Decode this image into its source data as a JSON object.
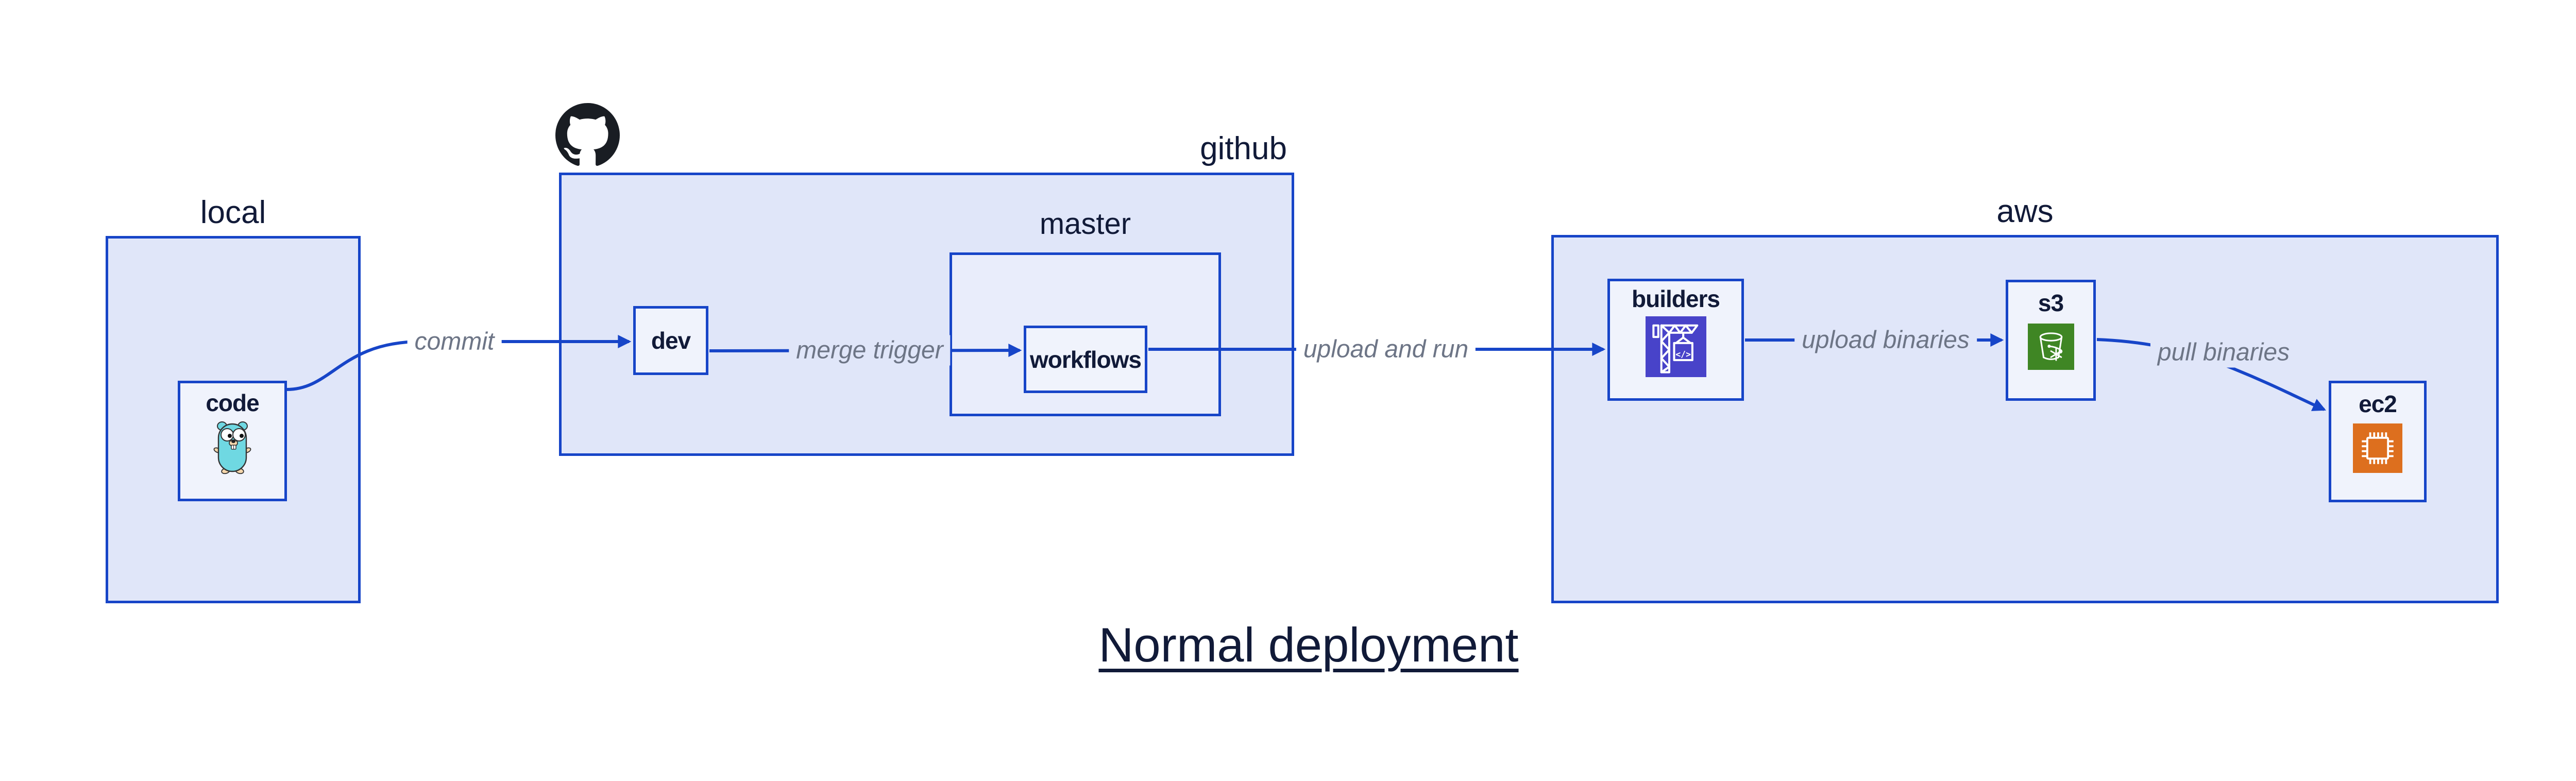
{
  "diagram": {
    "title": "Normal deployment"
  },
  "groups": {
    "local": {
      "label": "local"
    },
    "github": {
      "label": "github",
      "logo_icon": "github-octocat-icon"
    },
    "master": {
      "label": "master"
    },
    "aws": {
      "label": "aws"
    }
  },
  "nodes": {
    "code": {
      "label": "code",
      "icon": "go-gopher-icon"
    },
    "dev": {
      "label": "dev"
    },
    "workflows": {
      "label": "workflows"
    },
    "builders": {
      "label": "builders",
      "icon": "aws-codebuild-crane-icon",
      "icon_text": "</>"
    },
    "s3": {
      "label": "s3",
      "icon": "aws-s3-glacier-bucket-icon"
    },
    "ec2": {
      "label": "ec2",
      "icon": "aws-ec2-chip-icon"
    }
  },
  "edges": {
    "commit": {
      "label": "commit",
      "from": "code",
      "to": "dev"
    },
    "merge_trigger": {
      "label": "merge trigger",
      "from": "dev",
      "to": "workflows"
    },
    "upload_and_run": {
      "label": "upload and run",
      "from": "workflows",
      "to": "builders"
    },
    "upload_binaries": {
      "label": "upload binaries",
      "from": "builders",
      "to": "s3"
    },
    "pull_binaries": {
      "label": "pull binaries",
      "from": "s3",
      "to": "ec2"
    }
  },
  "colors": {
    "blue": "#1745c8",
    "group_fill": "#e0e6f9",
    "master_fill": "#e9edfb",
    "node_fill": "#f0f3fc",
    "ink": "#111a38",
    "edge_label": "#6d7586",
    "codebuild_bg": "#4843c9",
    "s3_bg": "#3f8624",
    "ec2_bg": "#dd6f1e",
    "gopher_body": "#6fd8e2",
    "gopher_skin": "#f6d7ac",
    "github_logo": "#191d23"
  }
}
